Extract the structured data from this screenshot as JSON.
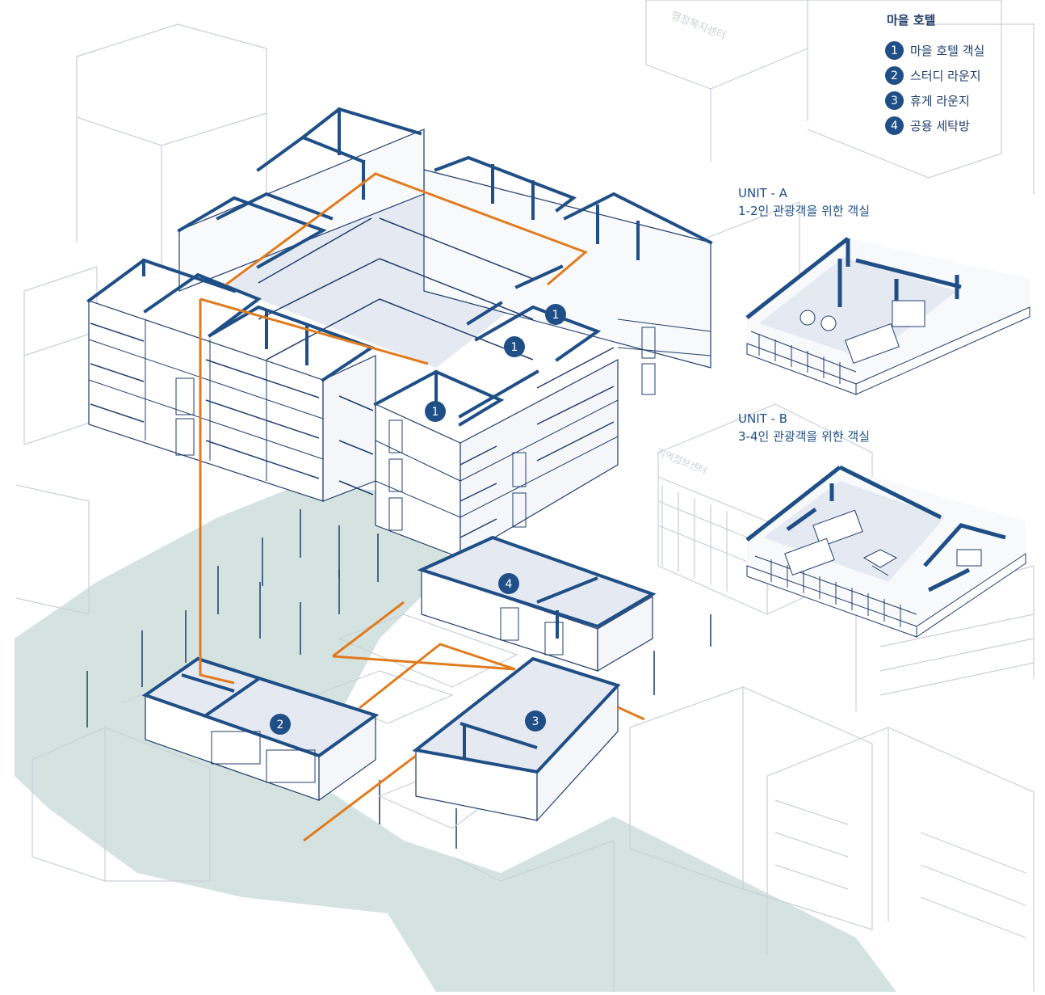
{
  "legend": {
    "title": "마을 호텔",
    "items": [
      {
        "num": "1",
        "label": "마을 호텔 객실"
      },
      {
        "num": "2",
        "label": "스터디 라운지"
      },
      {
        "num": "3",
        "label": "휴게 라운지"
      },
      {
        "num": "4",
        "label": "공용 세탁방"
      }
    ]
  },
  "unit_a": {
    "title": "UNIT - A",
    "subtitle": "1-2인 관광객을 위한 객실"
  },
  "unit_b": {
    "title": "UNIT - B",
    "subtitle": "3-4인 관광객을 위한 객실"
  },
  "background_signs": [
    "행정복지센터",
    "지역정보센터"
  ],
  "markers": [
    "1",
    "1",
    "1",
    "2",
    "3",
    "4"
  ],
  "colors": {
    "wall": "#1f4f86",
    "route": "#e07b1f",
    "ground": "#d5e3e0",
    "context_line": "#c9cfd8",
    "floor_shade": "#e5e9f2",
    "text": "#1f3d6b"
  }
}
